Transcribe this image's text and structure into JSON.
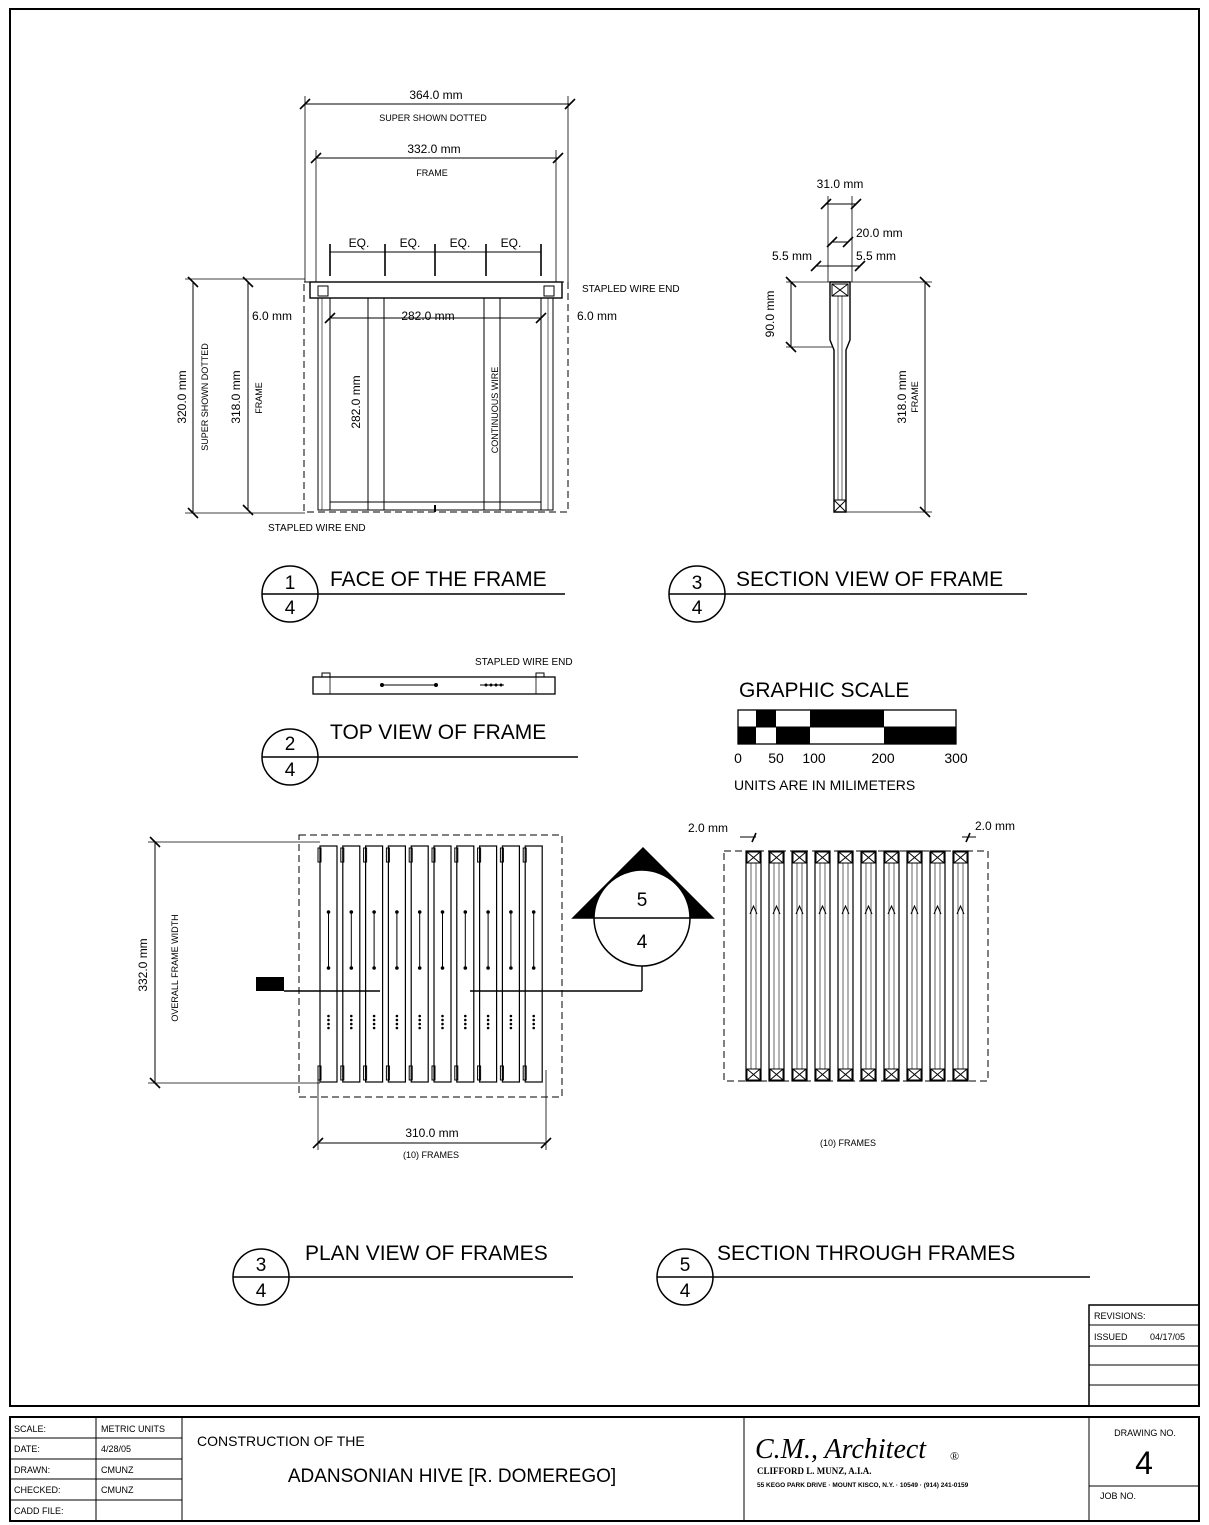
{
  "views": {
    "face": {
      "number": "1",
      "sheet": "4",
      "title": "FACE OF THE FRAME",
      "dim_super": "364.0 mm",
      "super_note": "SUPER SHOWN DOTTED",
      "dim_frame": "332.0 mm",
      "frame_note": "FRAME",
      "eq": [
        "EQ.",
        "EQ.",
        "EQ.",
        "EQ."
      ],
      "stapled_top": "STAPLED WIRE END",
      "stapled_bottom": "STAPLED WIRE END",
      "left_gap": "6.0 mm",
      "right_gap": "6.0 mm",
      "inner_width": "282.0 mm",
      "height_super": "320.0 mm",
      "height_super_note": "SUPER SHOWN DOTTED",
      "height_frame": "318.0 mm",
      "height_frame_note": "FRAME",
      "inner_height": "282.0 mm",
      "wire_note": "CONTINUOUS WIRE"
    },
    "section": {
      "number": "3",
      "sheet": "4",
      "title": "SECTION VIEW OF FRAME",
      "top_width": "31.0 mm",
      "mid_width": "20.0 mm",
      "left_step": "5.5 mm",
      "right_step": "5.5 mm",
      "top_height": "90.0 mm",
      "frame_height": "318.0 mm",
      "frame_note": "FRAME"
    },
    "top": {
      "number": "2",
      "sheet": "4",
      "title": "TOP VIEW OF FRAME",
      "stapled": "STAPLED WIRE END"
    },
    "plan": {
      "number": "3",
      "sheet": "4",
      "title": "PLAN VIEW OF FRAMES",
      "width_dim": "332.0 mm",
      "width_note": "OVERALL FRAME WIDTH",
      "length_dim": "310.0 mm",
      "frames_note": "(10) FRAMES"
    },
    "section_through": {
      "number": "5",
      "sheet": "4",
      "title": "SECTION THROUGH FRAMES",
      "left_gap": "2.0 mm",
      "right_gap": "2.0 mm",
      "frames_note": "(10) FRAMES"
    },
    "callout": {
      "number": "5",
      "sheet": "4"
    }
  },
  "graphic_scale": {
    "title": "GRAPHIC SCALE",
    "ticks": [
      "0",
      "50",
      "100",
      "200",
      "300"
    ],
    "units": "UNITS ARE IN MILIMETERS"
  },
  "revisions": {
    "header": "REVISIONS:",
    "issued_label": "ISSUED",
    "issued_date": "04/17/05"
  },
  "title_block": {
    "rows": [
      {
        "label": "SCALE:",
        "value": "METRIC UNITS"
      },
      {
        "label": "DATE:",
        "value": "4/28/05"
      },
      {
        "label": "DRAWN:",
        "value": "CMUNZ"
      },
      {
        "label": "CHECKED:",
        "value": "CMUNZ"
      },
      {
        "label": "CADD FILE:",
        "value": ""
      }
    ],
    "project_line1": "CONSTRUCTION OF THE",
    "project_line2": "ADANSONIAN HIVE [R. DOMEREGO]",
    "firm_name": "C.M., Architect",
    "firm_mark": "®",
    "firm_sub": "CLIFFORD L. MUNZ, A.I.A.",
    "firm_address": "55 KEGO PARK DRIVE  ·  MOUNT KISCO, N.Y. · 10549 · (914) 241-0159",
    "drawing_no_label": "DRAWING NO.",
    "drawing_no": "4",
    "job_no_label": "JOB NO."
  }
}
